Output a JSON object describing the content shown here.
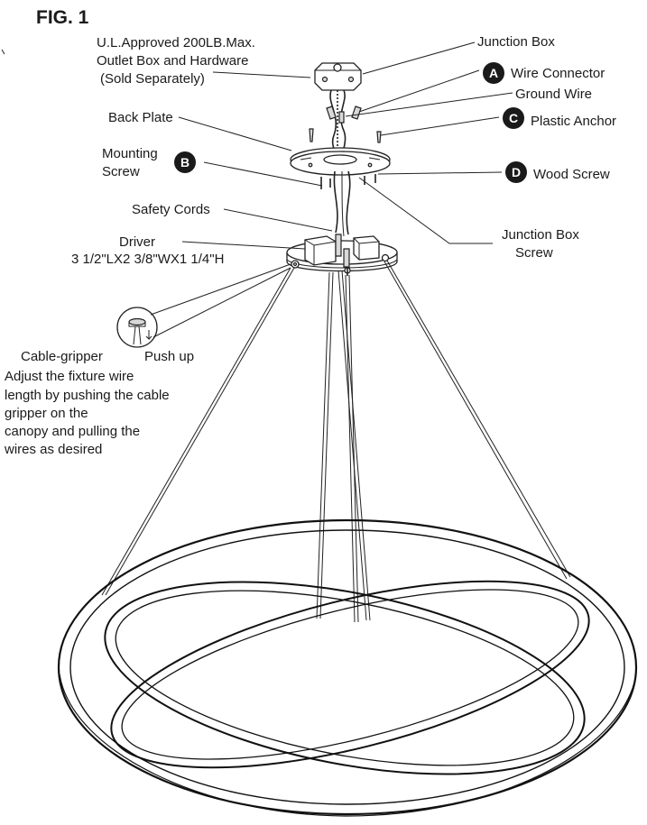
{
  "figure_title": "FIG. 1",
  "labels": {
    "outlet_box_line1": "U.L.Approved 200LB.Max.",
    "outlet_box_line2": "Outlet Box and Hardware",
    "outlet_box_line3": "(Sold Separately)",
    "junction_box": "Junction Box",
    "wire_connector": "Wire Connector",
    "ground_wire": "Ground Wire",
    "back_plate": "Back Plate",
    "plastic_anchor": "Plastic Anchor",
    "mounting_screw_line1": "Mounting",
    "mounting_screw_line2": "Screw",
    "wood_screw": "Wood Screw",
    "safety_cords": "Safety Cords",
    "driver": "Driver",
    "driver_dims": "3 1/2\"LX2 3/8\"WX1 1/4\"H",
    "junction_box_screw_line1": "Junction Box",
    "junction_box_screw_line2": "Screw",
    "cable_gripper": "Cable-gripper",
    "push_up": "Push up"
  },
  "badges": {
    "a": "A",
    "b": "B",
    "c": "C",
    "d": "D"
  },
  "instructions": {
    "line1": "Adjust the fixture wire",
    "line2": "length by pushing the cable",
    "line3": "gripper on the",
    "line4": "canopy and pulling the",
    "line5": "wires as desired"
  },
  "colors": {
    "ink": "#1a1a1a",
    "badge_fill": "#1a1a1a",
    "background": "#ffffff"
  }
}
